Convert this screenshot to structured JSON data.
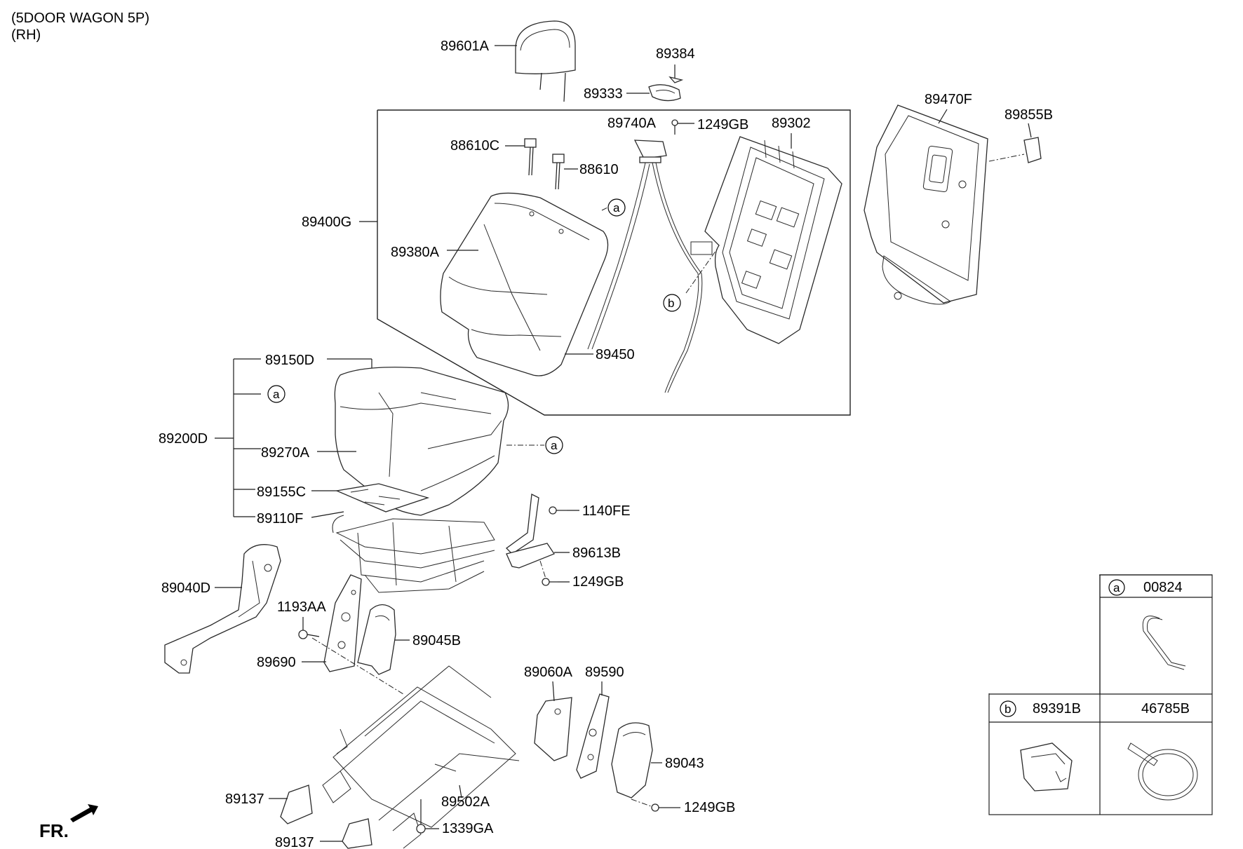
{
  "header": {
    "line1": "(5DOOR WAGON 5P)",
    "line2": "(RH)"
  },
  "callouts": {
    "c89601A": "89601A",
    "c89384": "89384",
    "c89333": "89333",
    "c89740A": "89740A",
    "c1249GB_top": "1249GB",
    "c89302": "89302",
    "c89470F": "89470F",
    "c89855B": "89855B",
    "c88610C": "88610C",
    "c88610": "88610",
    "c89400G": "89400G",
    "c89380A": "89380A",
    "c89450": "89450",
    "c89150D": "89150D",
    "c89200D": "89200D",
    "c89270A": "89270A",
    "c89155C": "89155C",
    "c89110F": "89110F",
    "c1140FE": "1140FE",
    "c89613B": "89613B",
    "c1249GB_mid": "1249GB",
    "c89040D": "89040D",
    "c1193AA": "1193AA",
    "c89045B": "89045B",
    "c89690": "89690",
    "c89060A": "89060A",
    "c89590": "89590",
    "c89043": "89043",
    "c1249GB_bot": "1249GB",
    "c89137_a": "89137",
    "c89502A": "89502A",
    "c89137_b": "89137",
    "c1339GA": "1339GA"
  },
  "circle_refs": {
    "a1": "a",
    "a2": "a",
    "a3": "a",
    "b1": "b"
  },
  "legend": {
    "a_letter": "a",
    "a_part": "00824",
    "b_letter": "b",
    "b_part": "89391B",
    "c_part": "46785B"
  },
  "direction": {
    "label": "FR."
  }
}
